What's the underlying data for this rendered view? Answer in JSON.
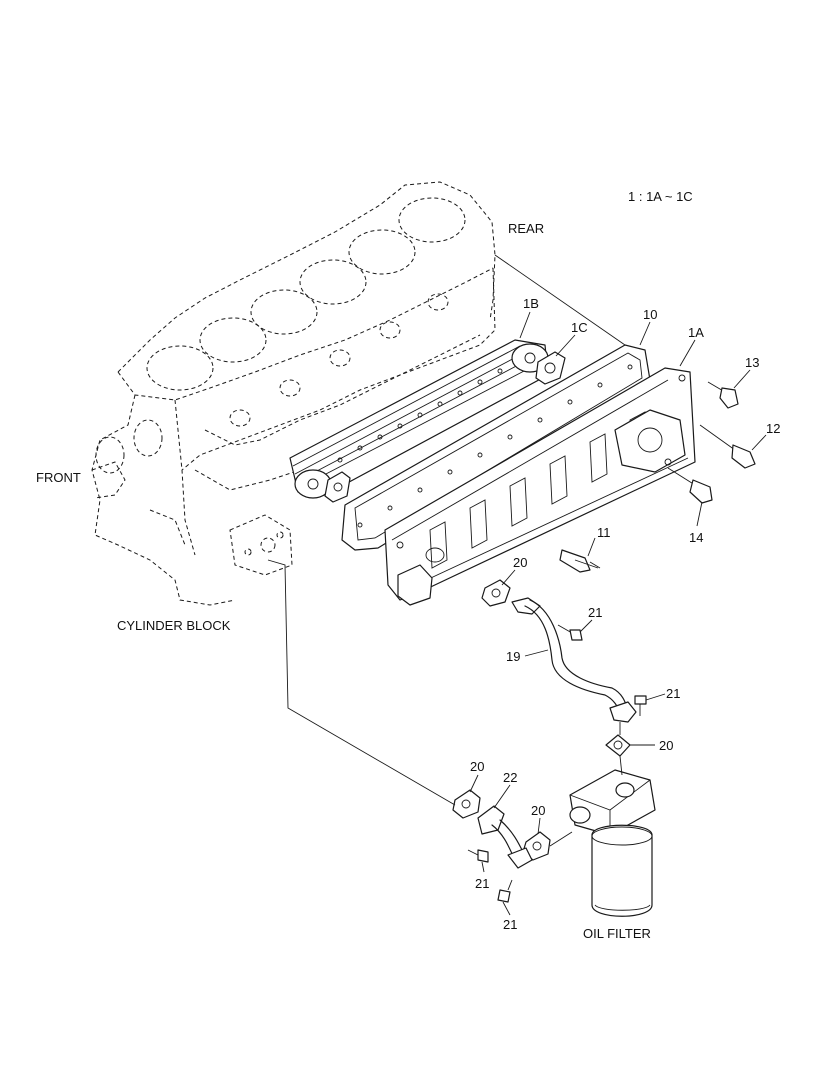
{
  "diagram": {
    "legend_note": "1  : 1A ~ 1C",
    "labels": {
      "rear": "REAR",
      "front": "FRONT",
      "cylinder_block": "CYLINDER BLOCK",
      "oil_filter": "OIL FILTER"
    },
    "callouts": {
      "p1A": "1A",
      "p1B": "1B",
      "p1C": "1C",
      "p10": "10",
      "p11": "11",
      "p12": "12",
      "p13": "13",
      "p14": "14",
      "p19": "19",
      "p20a": "20",
      "p20b": "20",
      "p20c": "20",
      "p20d": "20",
      "p21a": "21",
      "p21b": "21",
      "p21c": "21",
      "p21d": "21",
      "p22": "22"
    }
  }
}
